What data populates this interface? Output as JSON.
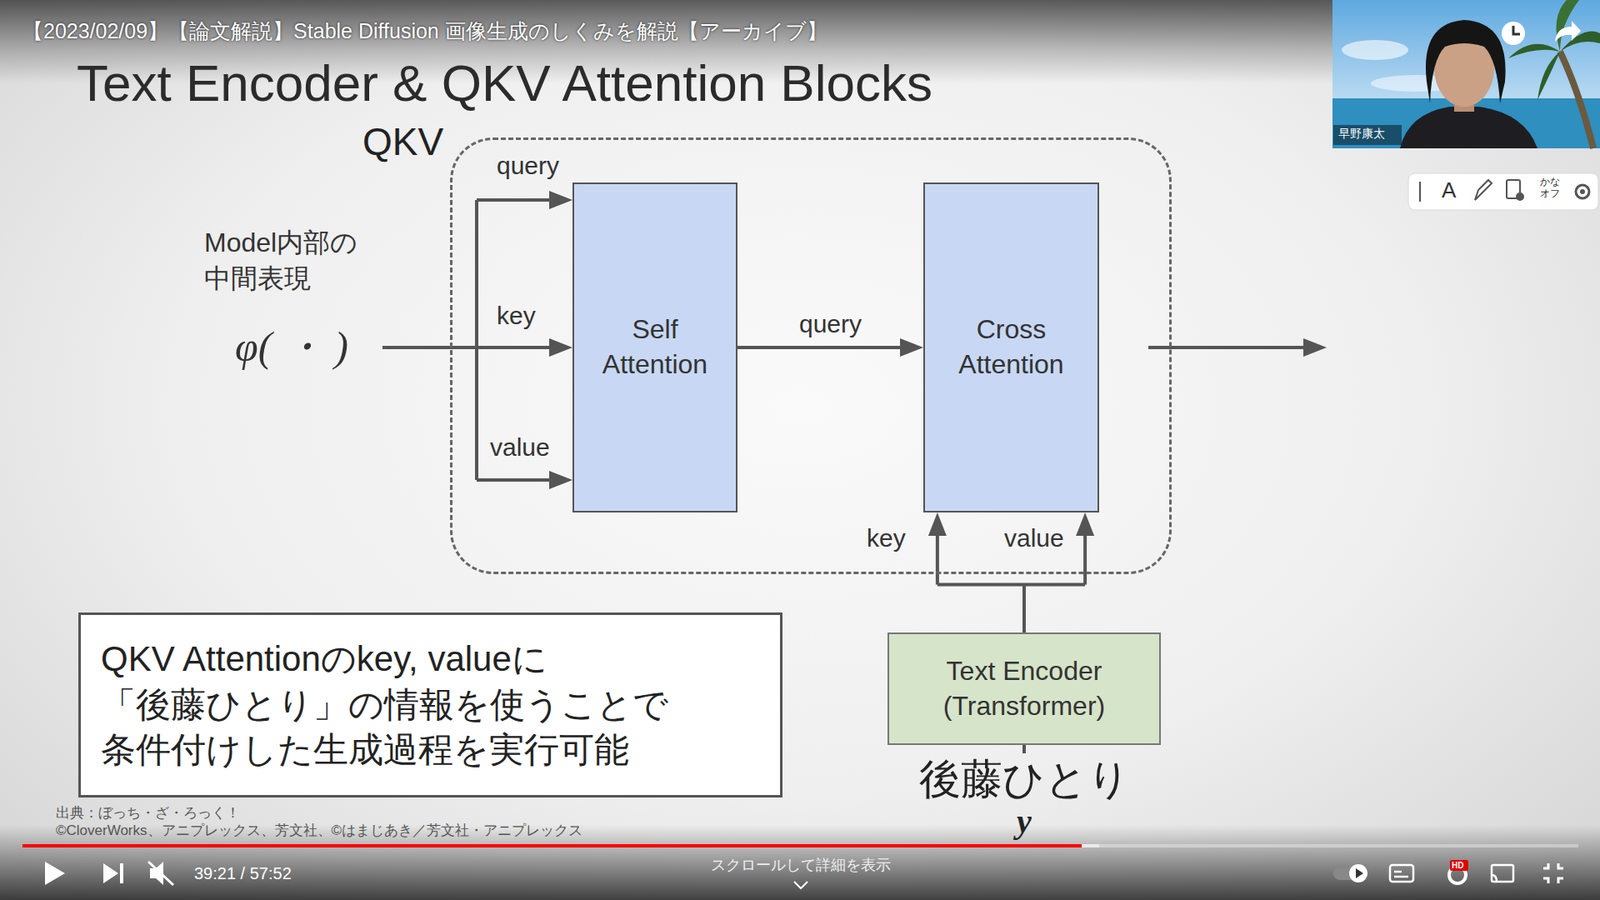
{
  "diagram": {
    "title": "Text Encoder & QKV Attention Blocks",
    "nodes": [
      {
        "text": [
          "QKV"
        ]
      },
      {
        "text": [
          "Self Attention"
        ],
        "in": 0
      },
      {
        "text": [
          "Cross Attention"
        ],
        "in": 0
      },
      {
        "text": [
          "QKV Attentionのkey, valueに 「後藤ひとり」の情報を使うことで 条件付けした生成過程を実行可能"
        ]
      },
      {
        "text": [
          "Text Encoder (Transformer)"
        ]
      }
    ],
    "edges": [
      {
        "from": 1,
        "to": 2,
        "label": "query",
        "arrow": "to"
      },
      {
        "from": 4,
        "to": 2,
        "arrow": "to"
      }
    ],
    "labels": [
      "【2023/02/09】【論文解説】Stable Diffusion 画像生成のしくみを解説【アーカイブ】",
      "早野康太",
      "A",
      "かな オフ",
      "Model内部の 中間表現",
      "φ( ・ )",
      "query",
      "key",
      "value",
      "key",
      "value",
      "後藤ひとり",
      "y",
      "出典：ぼっち・ざ・ろっく！",
      "©CloverWorks、アニプレックス、芳文社、©はまじあき／芳文社・アニプレックス",
      "39:21 / 57:52",
      "スクロールして詳細を表示",
      "HD"
    ]
  }
}
